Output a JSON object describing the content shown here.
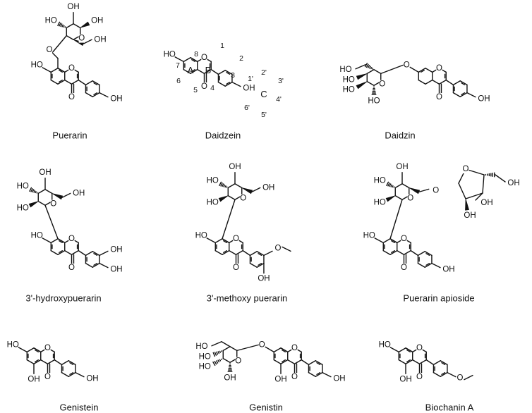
{
  "figure": {
    "compounds": [
      {
        "id": "puerarin",
        "name": "Puerarin"
      },
      {
        "id": "daidzein",
        "name": "Daidzein"
      },
      {
        "id": "daidzin",
        "name": "Daidzin"
      },
      {
        "id": "hydroxypuerarin",
        "name": "3'-hydroxypuerarin"
      },
      {
        "id": "methoxypuerarin",
        "name": "3'-methoxy puerarin"
      },
      {
        "id": "apioside",
        "name": "Puerarin apioside"
      },
      {
        "id": "genistein",
        "name": "Genistein"
      },
      {
        "id": "genistin",
        "name": "Genistin"
      },
      {
        "id": "biochanin",
        "name": "Biochanin A"
      }
    ],
    "atom_labels": {
      "hydroxyl": "OH",
      "hydroxyl_left": "HO",
      "oxygen": "O"
    },
    "daidzein_numbering": [
      "1",
      "2",
      "3",
      "4",
      "5",
      "6",
      "7",
      "8",
      "1'",
      "2'",
      "3'",
      "4'",
      "5'",
      "6'"
    ],
    "ring_labels": [
      "A",
      "B",
      "C"
    ]
  }
}
